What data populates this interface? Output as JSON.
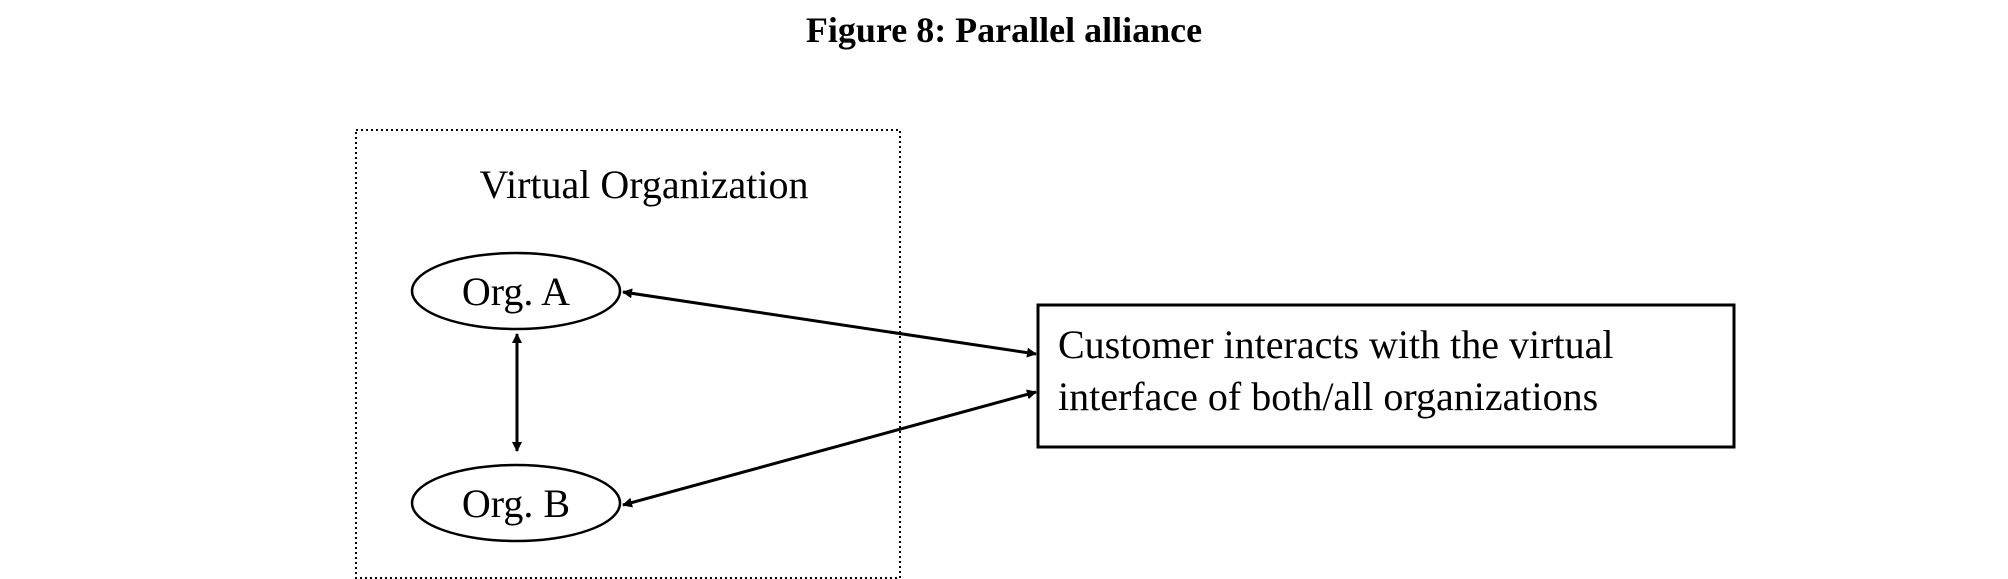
{
  "figure": {
    "title": "Figure 8: Parallel alliance"
  },
  "nodes": {
    "container_label": "Virtual Organization",
    "org_a": "Org. A",
    "org_b": "Org. B",
    "customer_line_1": "Customer interacts with the virtual",
    "customer_line_2": "interface of both/all organizations"
  },
  "edges": [
    {
      "from": "org_a",
      "to": "org_b",
      "direction": "both"
    },
    {
      "from": "org_a",
      "to": "customer",
      "direction": "both"
    },
    {
      "from": "org_b",
      "to": "customer",
      "direction": "both"
    }
  ]
}
